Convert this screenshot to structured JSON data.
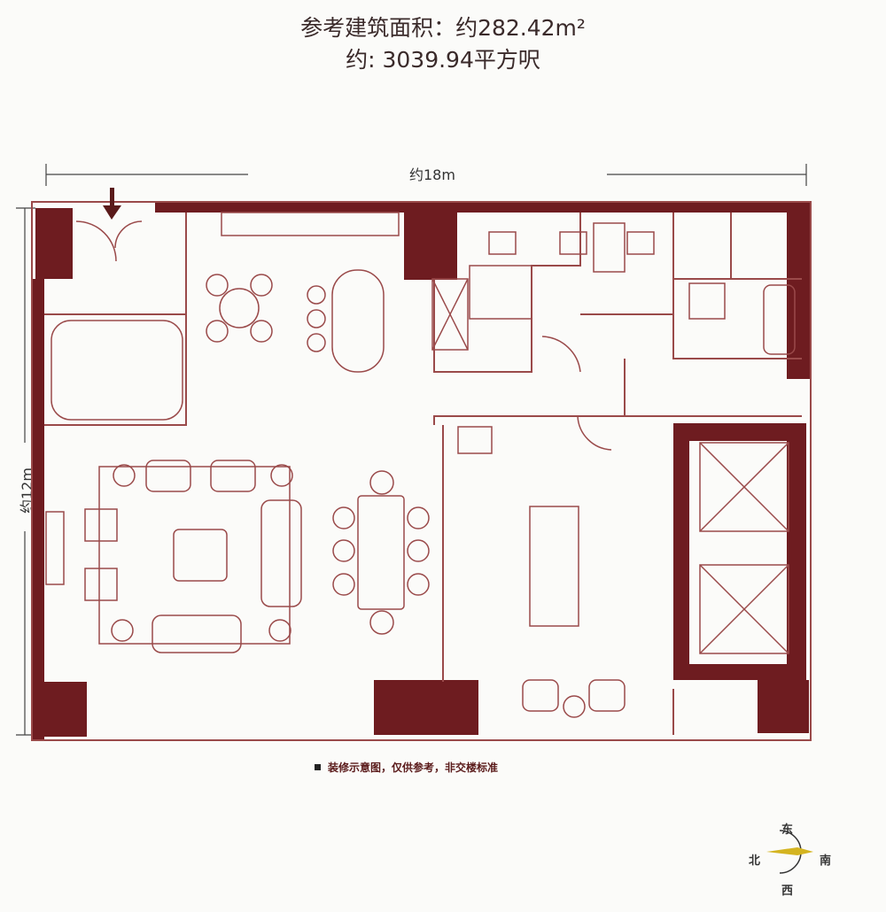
{
  "header": {
    "area_line": "参考建筑面积：约282.42m²",
    "sqft_line": "约: 3039.94平方呎"
  },
  "dimensions": {
    "width": "约18m",
    "height": "约12m"
  },
  "note": "装修示意图，仅供参考，非交楼标准",
  "compass": {
    "north": "北",
    "south": "南",
    "east": "东",
    "west": "西"
  },
  "colors": {
    "wall": "#6e1c20",
    "line": "#9a4a4a",
    "background": "#fbfbf9"
  }
}
